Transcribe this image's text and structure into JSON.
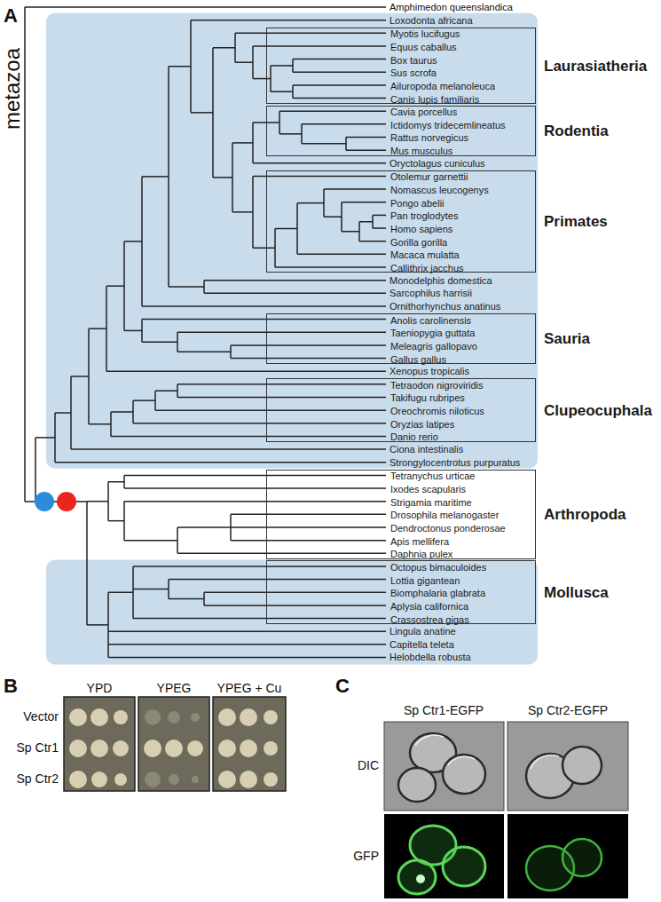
{
  "diagram": {
    "nodes": [
      {
        "text": [
          "Loxodonta africana",
          "Oryctolagus cuniculus",
          "Monodelphis domestica",
          "Sarcophilus harrisii",
          "Ornithorhynchus anatinus",
          "Xenopus tropicalis",
          "Ciona intestinalis",
          "Strongylocentrotus purpuratus"
        ]
      },
      {
        "text": [
          "Laurasiatheria",
          "Myotis lucifugus",
          "Equus caballus",
          "Box taurus",
          "Sus scrofa",
          "Ailuropoda melanoleuca",
          "Canis lupis familiaris"
        ],
        "in": 0
      },
      {
        "text": [
          "Rodentia",
          "Cavia porcellus",
          "Ictidomys tridecemlineatus",
          "Rattus norvegicus",
          "Mus musculus"
        ],
        "in": 0
      },
      {
        "text": [
          "Primates",
          "Otolemur garnettii",
          "Nomascus leucogenys",
          "Pongo abelii",
          "Pan troglodytes",
          "Homo sapiens",
          "Gorilla gorilla",
          "Macaca mulatta",
          "Callithrix jacchus"
        ],
        "in": 0
      },
      {
        "text": [
          "Sauria",
          "Anolis carolinensis",
          "Taeniopygia guttata",
          "Meleagris gallopavo",
          "Gallus gallus"
        ],
        "in": 0
      },
      {
        "text": [
          "Clupeocuphala",
          "Tetraodon nigroviridis",
          "Takifugu rubripes",
          "Oreochromis niloticus",
          "Oryzias latipes",
          "Danio rerio"
        ],
        "in": 0
      },
      {
        "text": [
          "Arthropoda",
          "Tetranychus urticae",
          "Ixodes scapularis",
          "Strigamia maritime",
          "Drosophila melanogaster",
          "Dendroctonus ponderosae",
          "Apis mellifera",
          "Daphnia pulex"
        ]
      },
      {
        "text": [
          "Lingula anatine",
          "Capitella teleta",
          "Helobdella robusta"
        ]
      },
      {
        "text": [
          "Mollusca",
          "Octopus bimaculoides",
          "Lottia gigantean",
          "Biomphalaria glabrata",
          "Aplysia californica",
          "Crassostrea gigas"
        ],
        "in": 7
      }
    ],
    "labels": [
      "A",
      "metazoa",
      "Amphimedon queenslandica",
      "B",
      "YPD",
      "YPEG",
      "YPEG + Cu",
      "Vector",
      "Sp Ctr1",
      "Sp Ctr2",
      "C",
      "Sp Ctr1-EGFP",
      "Sp Ctr2-EGFP",
      "DIC",
      "GFP"
    ]
  }
}
